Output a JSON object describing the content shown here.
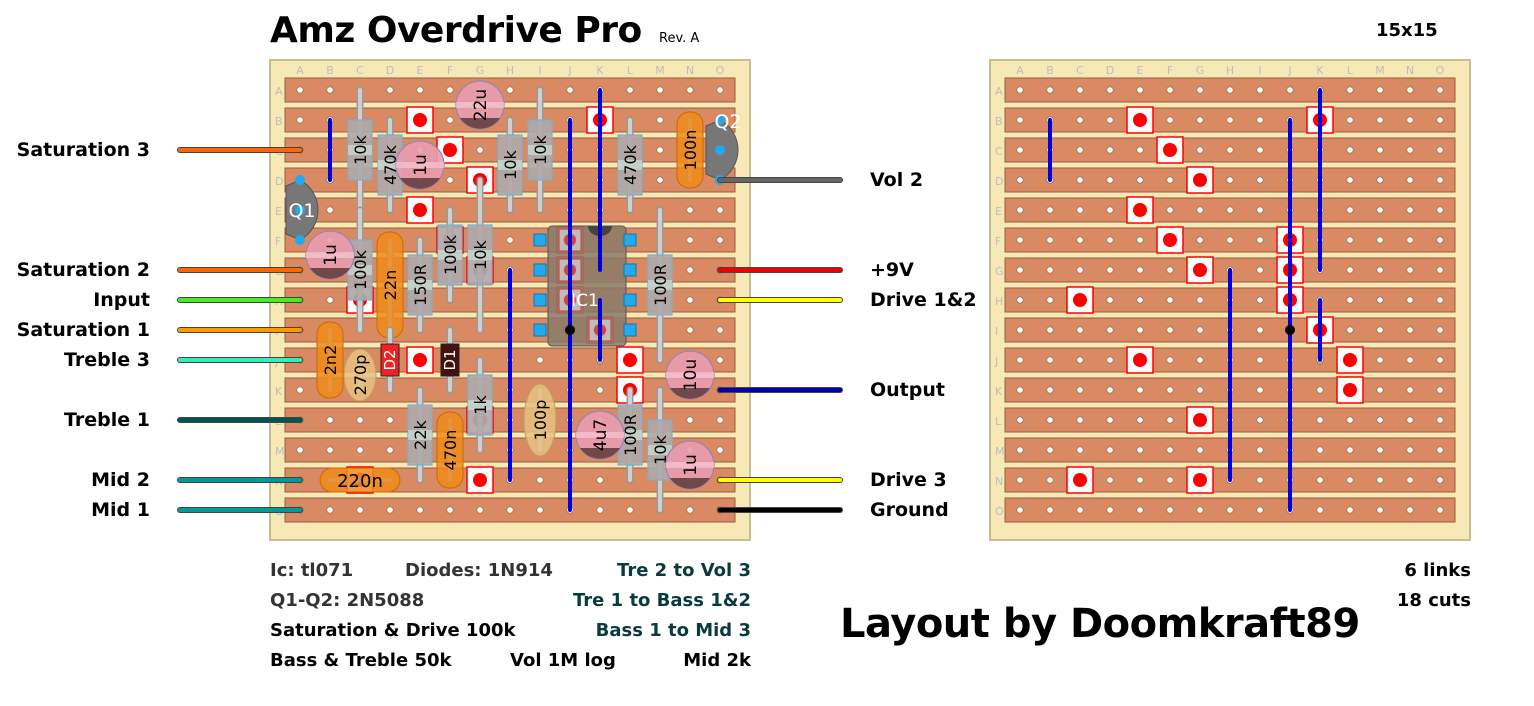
{
  "header": {
    "title": "Amz Overdrive Pro",
    "revision": "Rev. A",
    "board_size": "15x15"
  },
  "grid": {
    "columns": [
      "A",
      "B",
      "C",
      "D",
      "E",
      "F",
      "G",
      "H",
      "I",
      "J",
      "K",
      "L",
      "M",
      "N",
      "O"
    ],
    "rows": [
      "A",
      "B",
      "C",
      "D",
      "E",
      "F",
      "G",
      "H",
      "I",
      "J",
      "K",
      "L",
      "M",
      "N",
      "O"
    ]
  },
  "colors": {
    "board": "#f7e9b5",
    "strip": "#d98a62",
    "strip_border": "#9a5b3d",
    "link": "#0000dd",
    "cut": "#ff0000"
  },
  "wires_left": [
    {
      "label": "Saturation 3",
      "row": "C",
      "color": "#ff6600"
    },
    {
      "label": "Saturation 2",
      "row": "G",
      "color": "#ff6600"
    },
    {
      "label": "Input",
      "row": "H",
      "color": "#44ee22"
    },
    {
      "label": "Saturation 1",
      "row": "I",
      "color": "#ff9900"
    },
    {
      "label": "Treble 3",
      "row": "J",
      "color": "#33eebb"
    },
    {
      "label": "Treble 1",
      "row": "L",
      "color": "#005555"
    },
    {
      "label": "Mid 2",
      "row": "N",
      "color": "#009999"
    },
    {
      "label": "Mid 1",
      "row": "O",
      "color": "#009999"
    }
  ],
  "wires_right": [
    {
      "label": "Vol 2",
      "row": "D",
      "color": "#666666"
    },
    {
      "label": "+9V",
      "row": "G",
      "color": "#ee0000"
    },
    {
      "label": "Drive 1&2",
      "row": "H",
      "color": "#ffff00"
    },
    {
      "label": "Output",
      "row": "K",
      "color": "#0000aa"
    },
    {
      "label": "Drive 3",
      "row": "N",
      "color": "#ffff00"
    },
    {
      "label": "Ground",
      "row": "O",
      "color": "#000000"
    }
  ],
  "cuts": [
    {
      "col": "E",
      "row": "B"
    },
    {
      "col": "K",
      "row": "B"
    },
    {
      "col": "F",
      "row": "C"
    },
    {
      "col": "G",
      "row": "D"
    },
    {
      "col": "E",
      "row": "E"
    },
    {
      "col": "F",
      "row": "F"
    },
    {
      "col": "J",
      "row": "F"
    },
    {
      "col": "G",
      "row": "G"
    },
    {
      "col": "J",
      "row": "G"
    },
    {
      "col": "C",
      "row": "H"
    },
    {
      "col": "J",
      "row": "H"
    },
    {
      "col": "K",
      "row": "I"
    },
    {
      "col": "E",
      "row": "J"
    },
    {
      "col": "L",
      "row": "J"
    },
    {
      "col": "L",
      "row": "K"
    },
    {
      "col": "G",
      "row": "L"
    },
    {
      "col": "C",
      "row": "N"
    },
    {
      "col": "G",
      "row": "N"
    }
  ],
  "links": [
    {
      "col": "B",
      "from": "B",
      "to": "D"
    },
    {
      "col": "K",
      "from": "A",
      "to": "G"
    },
    {
      "col": "J",
      "from": "B",
      "to": "O"
    },
    {
      "col": "H",
      "from": "G",
      "to": "N"
    },
    {
      "col": "K",
      "from": "H",
      "to": "J"
    }
  ],
  "junctions": [
    {
      "col": "J",
      "row": "I"
    }
  ],
  "components": {
    "resistors": [
      {
        "label": "10k",
        "col": "C",
        "from": "A",
        "to": "E"
      },
      {
        "label": "470k",
        "col": "D",
        "from": "B",
        "to": "E"
      },
      {
        "label": "10k",
        "col": "H",
        "from": "B",
        "to": "E"
      },
      {
        "label": "10k",
        "col": "I",
        "from": "A",
        "to": "E"
      },
      {
        "label": "470k",
        "col": "L",
        "from": "B",
        "to": "E"
      },
      {
        "label": "100k",
        "col": "C",
        "from": "E",
        "to": "I"
      },
      {
        "label": "150R",
        "col": "E",
        "from": "F",
        "to": "I"
      },
      {
        "label": "100k",
        "col": "F",
        "from": "E",
        "to": "H"
      },
      {
        "label": "10k",
        "col": "G",
        "from": "D",
        "to": "I"
      },
      {
        "label": "100R",
        "col": "M",
        "from": "E",
        "to": "J"
      },
      {
        "label": "1k",
        "col": "G",
        "from": "J",
        "to": "M"
      },
      {
        "label": "22k",
        "col": "E",
        "from": "K",
        "to": "N"
      },
      {
        "label": "100R",
        "col": "L",
        "from": "K",
        "to": "N"
      },
      {
        "label": "10k",
        "col": "M",
        "from": "K",
        "to": "O"
      }
    ],
    "film_caps": [
      {
        "label": "100n",
        "col": "N",
        "from": "B",
        "to": "D"
      },
      {
        "label": "22n",
        "col": "D",
        "from": "F",
        "to": "I"
      },
      {
        "label": "2n2",
        "col": "B",
        "from": "I",
        "to": "K"
      },
      {
        "label": "470n",
        "col": "F",
        "from": "L",
        "to": "N"
      },
      {
        "label": "220n",
        "row": "N",
        "from": "B",
        "to": "D"
      }
    ],
    "ceramic_caps": [
      {
        "label": "270p",
        "col": "C",
        "from": "J",
        "to": "K"
      },
      {
        "label": "100p",
        "col": "I",
        "from": "K",
        "to": "M"
      }
    ],
    "electrolytics": [
      {
        "label": "22u",
        "col": "G",
        "row": "A"
      },
      {
        "label": "1u",
        "col": "E",
        "row": "C"
      },
      {
        "label": "1u",
        "col": "B",
        "row": "F"
      },
      {
        "label": "10u",
        "col": "N",
        "row": "J"
      },
      {
        "label": "4u7",
        "col": "K",
        "row": "L"
      },
      {
        "label": "1u",
        "col": "N",
        "row": "M"
      }
    ],
    "diodes": [
      {
        "label": "D2",
        "col": "D",
        "row": "J",
        "color": "#ee2222"
      },
      {
        "label": "D1",
        "col": "F",
        "row": "J",
        "color": "#441111"
      }
    ],
    "transistors": [
      {
        "label": "Q1",
        "col": "A",
        "row": "E"
      },
      {
        "label": "Q2",
        "col": "O",
        "row": "B"
      }
    ],
    "ic": {
      "label": "IC1"
    }
  },
  "notes": {
    "ic": "Ic: tl071",
    "diodes": "Diodes: 1N914",
    "tre2": "Tre 2 to Vol 3",
    "transistors": "Q1-Q2: 2N5088",
    "tre1": "Tre 1 to Bass 1&2",
    "sat_drive": "Saturation & Drive 100k",
    "bass1": "Bass 1 to Mid 3",
    "bass_treble": "Bass & Treble 50k",
    "vol": "Vol 1M log",
    "mid": "Mid 2k"
  },
  "stats": {
    "links": "6 links",
    "cuts": "18 cuts"
  },
  "credit": "Layout by Doomkraft89"
}
